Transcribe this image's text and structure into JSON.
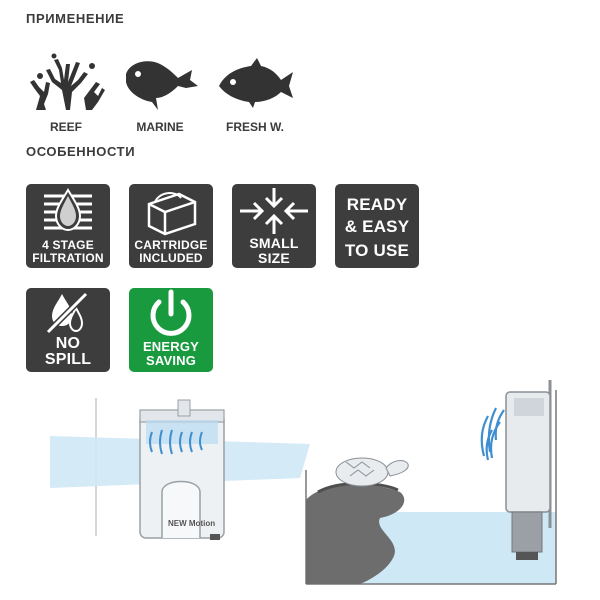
{
  "sections": {
    "application_title": "ПРИМЕНЕНИЕ",
    "features_title": "ОСОБЕННОСТИ"
  },
  "applications": [
    {
      "label": "REEF",
      "icon": "coral-icon"
    },
    {
      "label": "MARINE",
      "icon": "marine-fish-icon"
    },
    {
      "label": "FRESH W.",
      "icon": "freshwater-fish-icon"
    }
  ],
  "features": {
    "four_stage": {
      "line1": "4 STAGE",
      "line2": "FILTRATION",
      "icon": "filtration-drop-icon"
    },
    "cartridge": {
      "line1": "CARTRIDGE",
      "line2": "INCLUDED",
      "icon": "cartridge-icon"
    },
    "small_size": {
      "line1": "SMALL",
      "line2": "SIZE",
      "icon": "compress-arrows-icon"
    },
    "ready_easy": {
      "line1": "READY",
      "line2": "& EASY",
      "line3": "TO USE"
    },
    "no_spill": {
      "line1": "NO",
      "line2": "SPILL",
      "icon": "no-drop-icon"
    },
    "energy_saving": {
      "line1": "ENERGY",
      "line2": "SAVING",
      "icon": "power-icon"
    }
  },
  "product": {
    "brand_label": "NEW Motion"
  },
  "colors": {
    "tile_dark": "#3d3d3d",
    "tile_green": "#1a9a3f",
    "water": "#c7e6f5",
    "heading": "#3b3b3b"
  }
}
